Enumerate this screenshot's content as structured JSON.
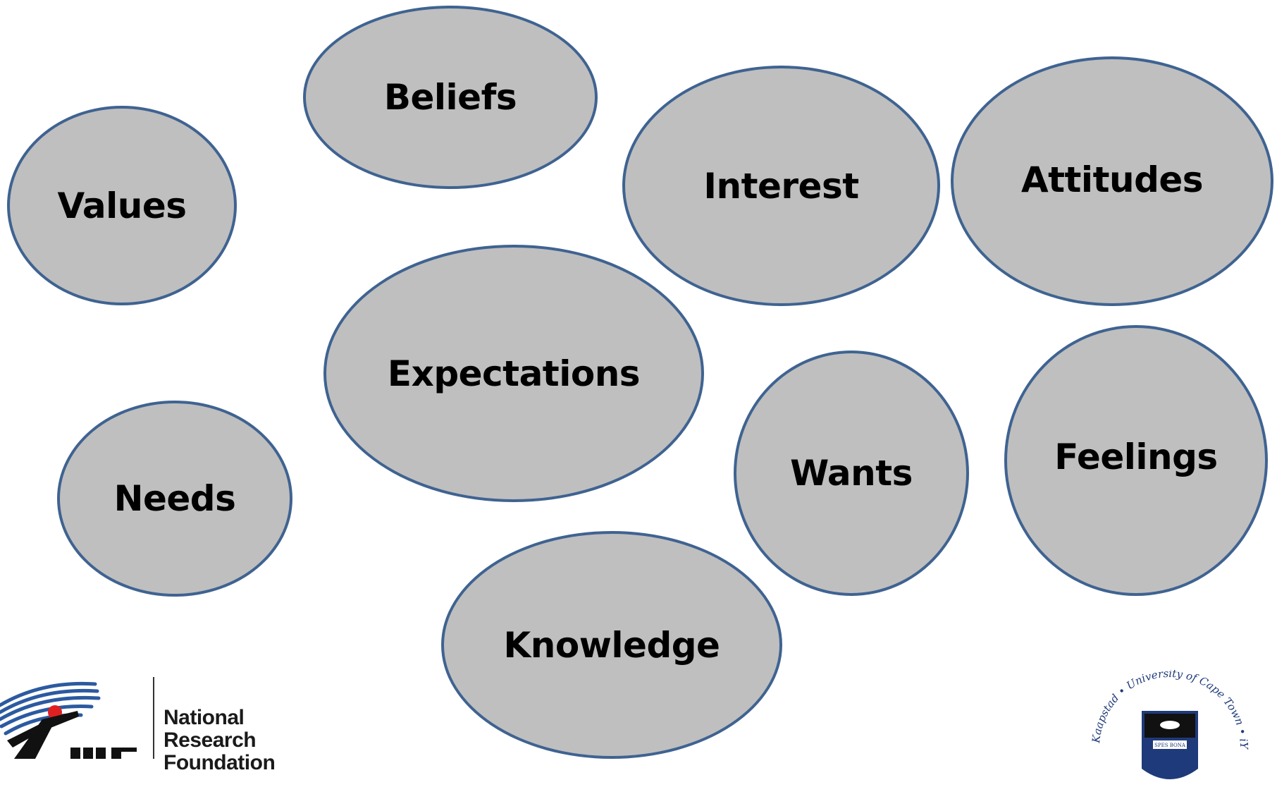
{
  "bubbles": {
    "beliefs": "Beliefs",
    "values": "Values",
    "interest": "Interest",
    "attitudes": "Attitudes",
    "expectations": "Expectations",
    "needs": "Needs",
    "wants": "Wants",
    "feelings": "Feelings",
    "knowledge": "Knowledge"
  },
  "logos": {
    "nrf": {
      "line1": "National",
      "line2": "Research",
      "line3": "Foundation",
      "mark_text": "NRF"
    },
    "uct": {
      "ring_text": "Kaapstad • University of Cape Town • iYunivesithi",
      "motto": "SPES BONA"
    }
  },
  "colors": {
    "bubble_fill": "#bfbfbf",
    "bubble_border": "#3f6391",
    "label": "#000000",
    "uct_navy": "#1f3a7a",
    "nrf_blue": "#2c5aa0",
    "nrf_red": "#e02020"
  }
}
